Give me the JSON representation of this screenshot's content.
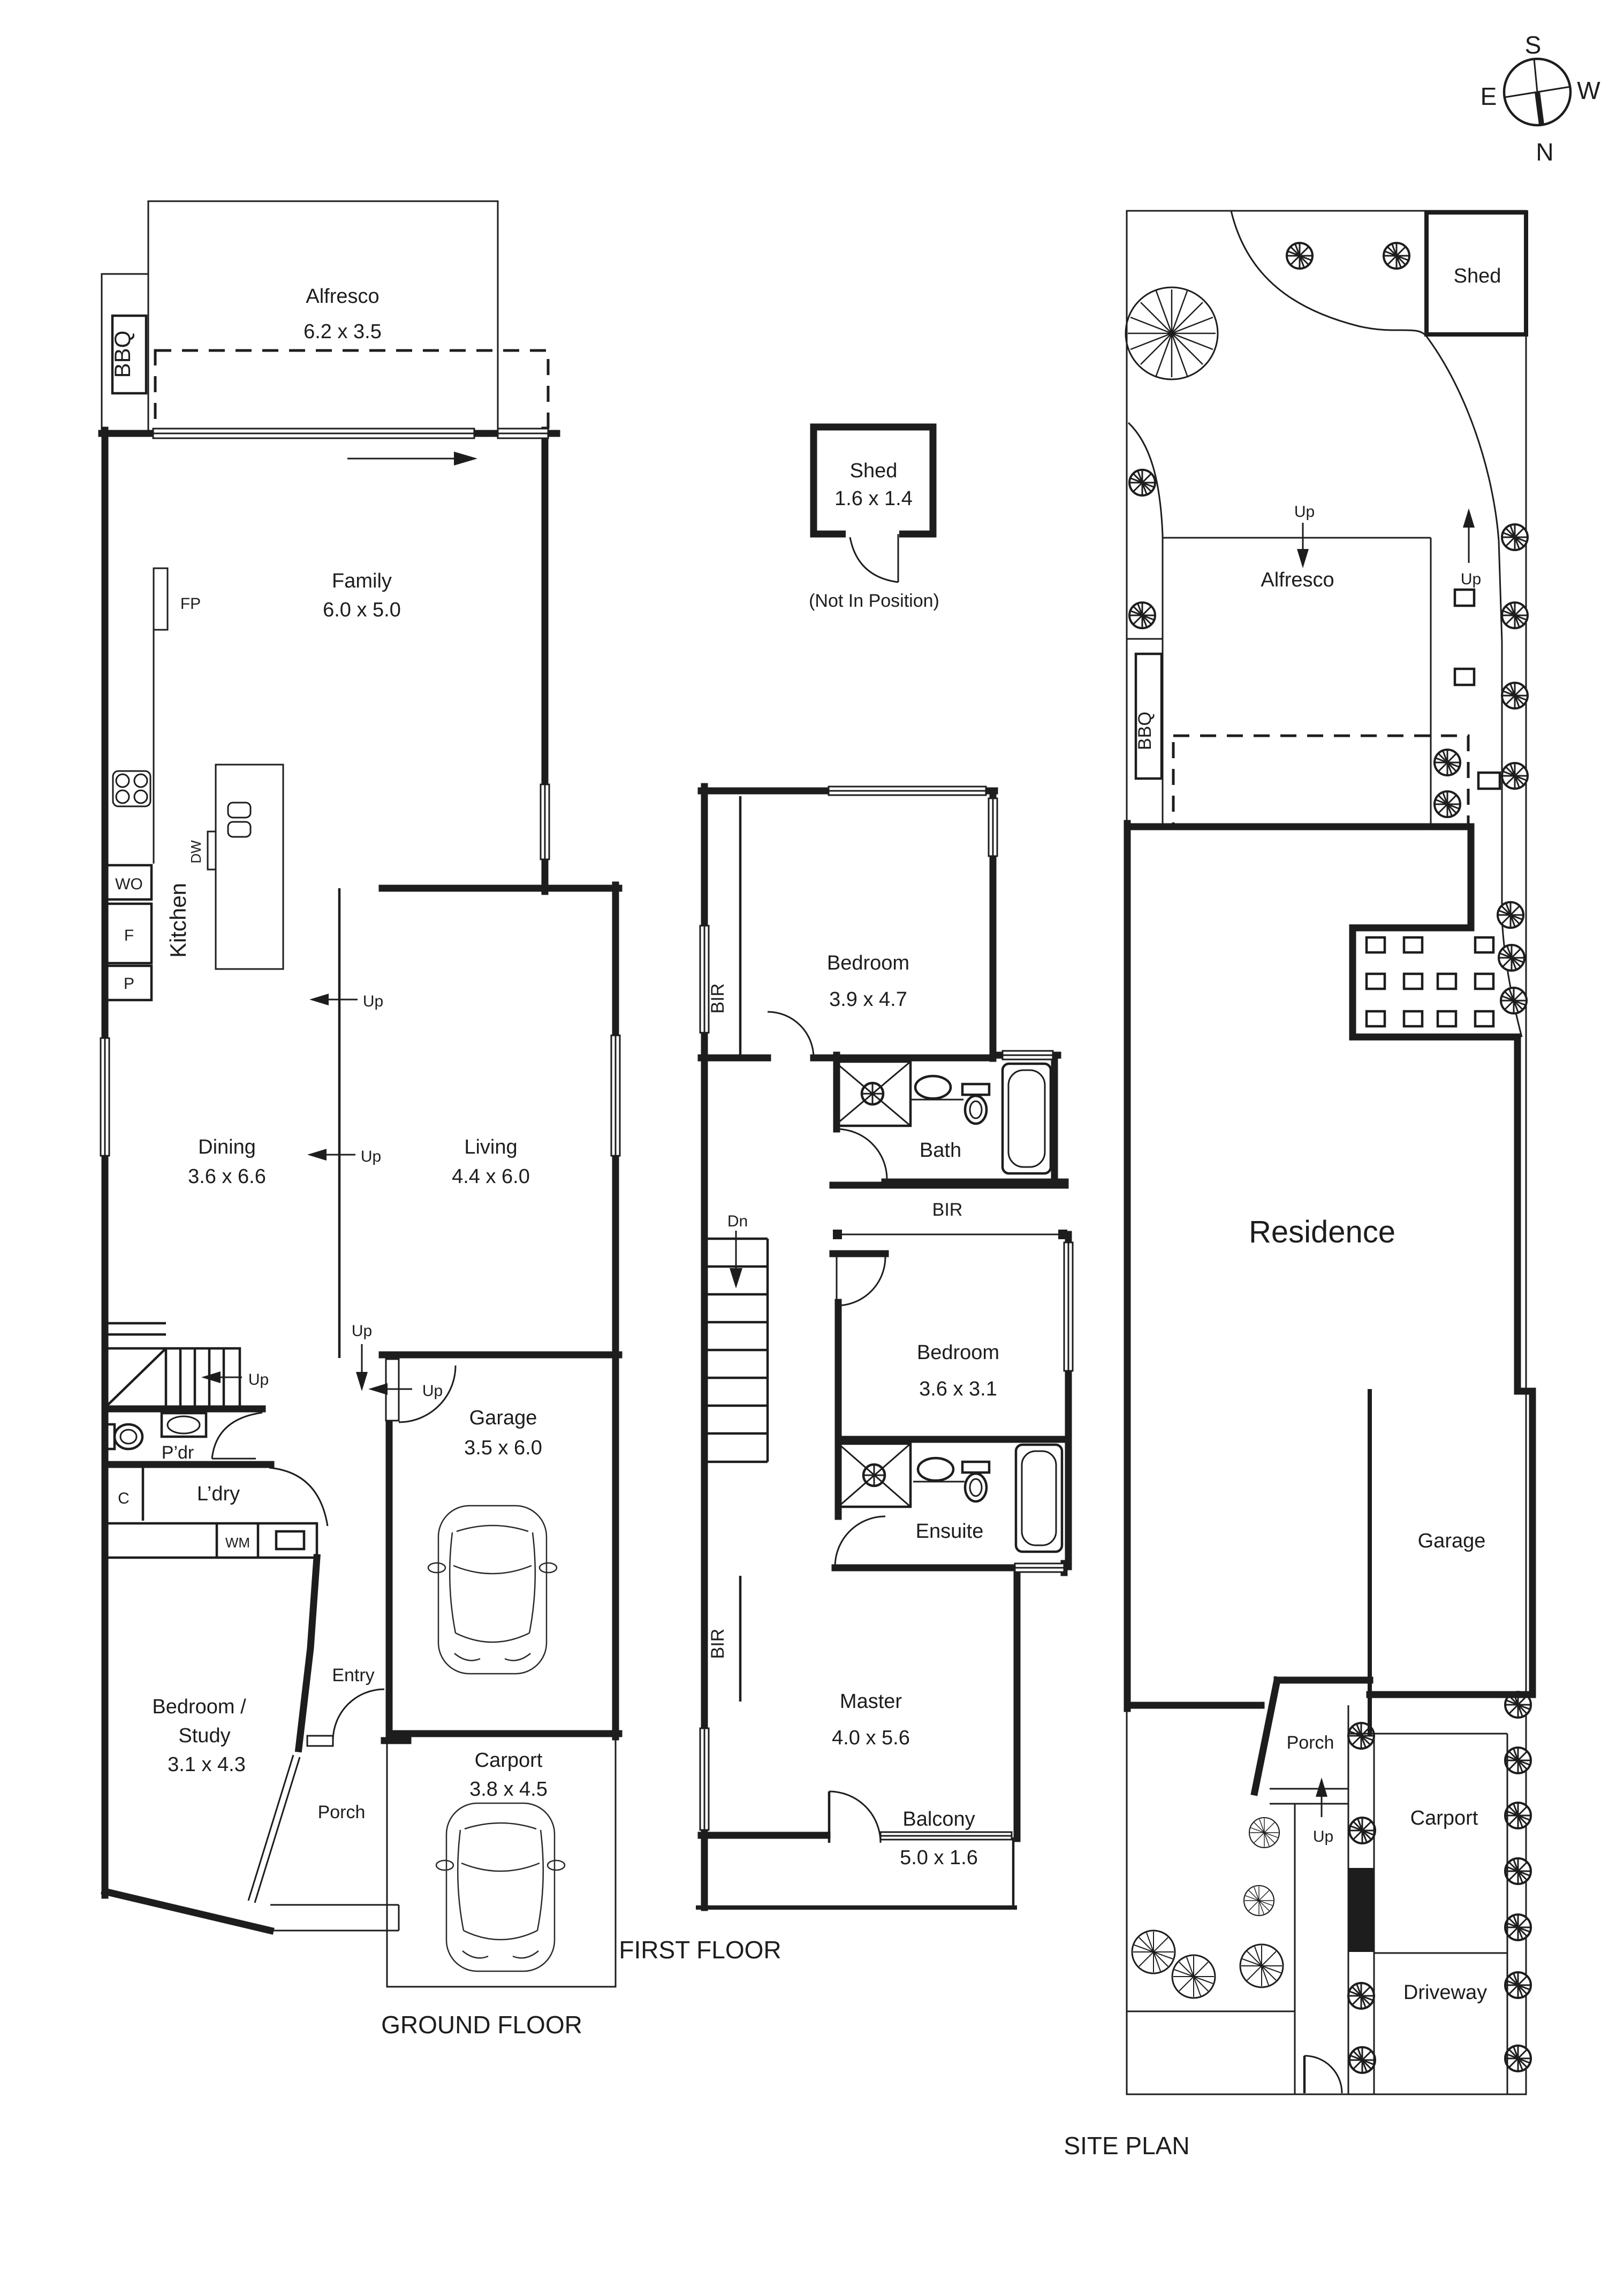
{
  "compass": {
    "s": "S",
    "w": "W",
    "e": "E",
    "n": "N"
  },
  "ground_floor": {
    "title": "GROUND FLOOR",
    "bbq": "BBQ",
    "alfresco": {
      "name": "Alfresco",
      "dims": "6.2 x 3.5"
    },
    "fp": "FP",
    "family": {
      "name": "Family",
      "dims": "6.0 x 5.0"
    },
    "dw": "DW",
    "kitchen": "Kitchen",
    "wo": "WO",
    "f": "F",
    "p": "P",
    "up": "Up",
    "dining": {
      "name": "Dining",
      "dims": "3.6 x 6.6"
    },
    "living": {
      "name": "Living",
      "dims": "4.4 x 6.0"
    },
    "garage": {
      "name": "Garage",
      "dims": "3.5 x 6.0"
    },
    "pdr": "P’dr",
    "c": "C",
    "ldry": "L’dry",
    "wm": "WM",
    "entry": "Entry",
    "bedroom_study": {
      "line1": "Bedroom /",
      "line2": "Study",
      "dims": "3.1 x 4.3"
    },
    "porch": "Porch",
    "carport": {
      "name": "Carport",
      "dims": "3.8 x 4.5"
    }
  },
  "first_floor": {
    "title": "FIRST FLOOR",
    "shed": {
      "name": "Shed",
      "dims": "1.6 x 1.4",
      "note": "(Not In Position)"
    },
    "bir": "BIR",
    "dn": "Dn",
    "bedroom1": {
      "name": "Bedroom",
      "dims": "3.9 x 4.7"
    },
    "bath": "Bath",
    "bedroom2": {
      "name": "Bedroom",
      "dims": "3.6 x 3.1"
    },
    "ensuite": "Ensuite",
    "master": {
      "name": "Master",
      "dims": "4.0 x 5.6"
    },
    "balcony": {
      "name": "Balcony",
      "dims": "5.0 x 1.6"
    }
  },
  "site_plan": {
    "title": "SITE PLAN",
    "shed": "Shed",
    "up": "Up",
    "alfresco": "Alfresco",
    "bbq": "BBQ",
    "residence": "Residence",
    "garage": "Garage",
    "porch": "Porch",
    "carport": "Carport",
    "driveway": "Driveway"
  }
}
